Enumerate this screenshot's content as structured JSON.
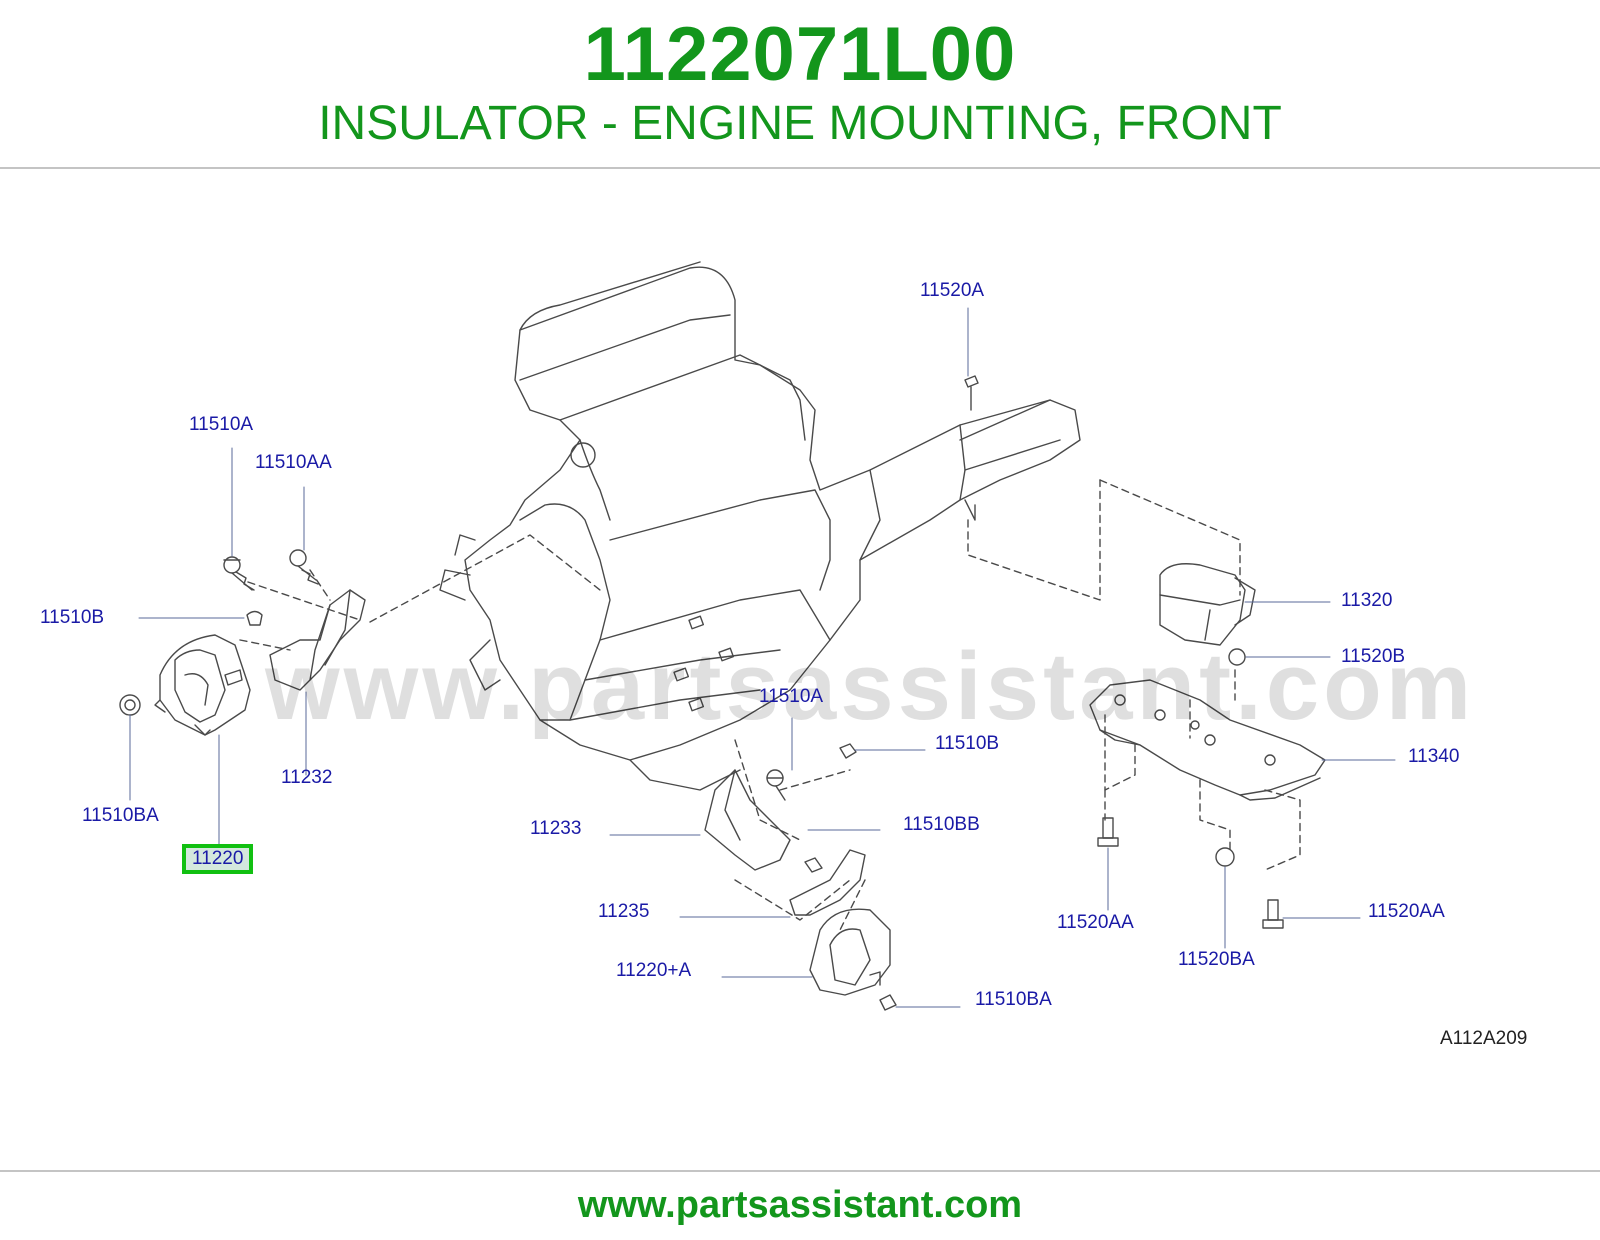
{
  "header": {
    "part_number": "1122071L00",
    "description": "INSULATOR - ENGINE MOUNTING, FRONT"
  },
  "diagram": {
    "watermark": "www.partsassistant.com",
    "reference_code": "A112A209",
    "highlighted_part": "11220",
    "callouts": [
      {
        "id": "c-11520a",
        "label": "11520A"
      },
      {
        "id": "c-11510a-left",
        "label": "11510A"
      },
      {
        "id": "c-11510aa",
        "label": "11510AA"
      },
      {
        "id": "c-11510b-left",
        "label": "11510B"
      },
      {
        "id": "c-11232",
        "label": "11232"
      },
      {
        "id": "c-11510ba-left",
        "label": "11510BA"
      },
      {
        "id": "c-11220",
        "label": "11220"
      },
      {
        "id": "c-11510a-mid",
        "label": "11510A"
      },
      {
        "id": "c-11510b-mid",
        "label": "11510B"
      },
      {
        "id": "c-11233",
        "label": "11233"
      },
      {
        "id": "c-11510bb",
        "label": "11510BB"
      },
      {
        "id": "c-11235",
        "label": "11235"
      },
      {
        "id": "c-11220a",
        "label": "11220+A"
      },
      {
        "id": "c-11510ba-mid",
        "label": "11510BA"
      },
      {
        "id": "c-11320",
        "label": "11320"
      },
      {
        "id": "c-11520b",
        "label": "11520B"
      },
      {
        "id": "c-11340",
        "label": "11340"
      },
      {
        "id": "c-11520aa-left",
        "label": "11520AA"
      },
      {
        "id": "c-11520ba",
        "label": "11520BA"
      },
      {
        "id": "c-11520aa-right",
        "label": "11520AA"
      }
    ]
  },
  "footer": {
    "url": "www.partsassistant.com"
  },
  "colors": {
    "brand_green": "#13961c",
    "callout_blue": "#1a1aa6",
    "highlight_border": "#11c011",
    "highlight_fill": "#d4e8dd"
  }
}
